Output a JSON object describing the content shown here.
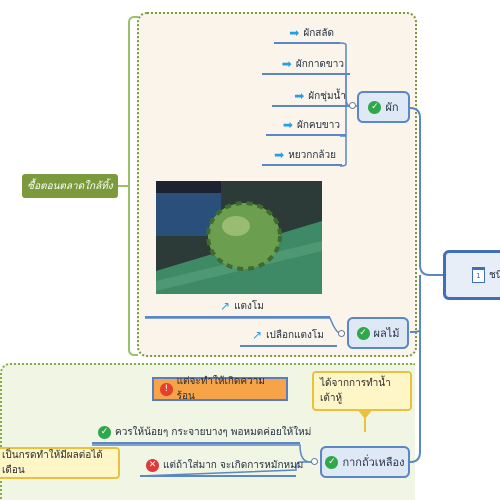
{
  "root": {
    "label": "ชนิด",
    "icon": "calendar-icon",
    "icon_text": "1"
  },
  "shop_label": "ซื้อตอนตลาดใกล้ทิ้ง",
  "vegetables": {
    "topic": "ผัก",
    "items": [
      "ผักสลัด",
      "ผักกาดขาว",
      "ผักชุ่มน้ำ",
      "ผักคบขาว",
      "หยวกกล้วย"
    ]
  },
  "fruits": {
    "topic": "ผลไม้",
    "items": [
      "แตงโม",
      "เปลือกแตงโม"
    ]
  },
  "leftovers": {
    "topic": "กากถั่วเหลือง",
    "note_water": "ได้จากการทำน้ำเต้าหู้",
    "warning": "แต่จะทำให้เกิดความร้อน",
    "advice_good": "ควรให้น้อยๆ กระจายบางๆ พอหมดค่อยให้ใหม่",
    "advice_bad": "แต่ถ้าใส่มาก จะเกิดการหมักหมม",
    "note_month": "เป็นกรดทำให้มีผลต่อได้เดือน"
  },
  "colors": {
    "accent": "#5b87c4",
    "green": "#7a9a3c",
    "arrow": "#21a0e8"
  }
}
